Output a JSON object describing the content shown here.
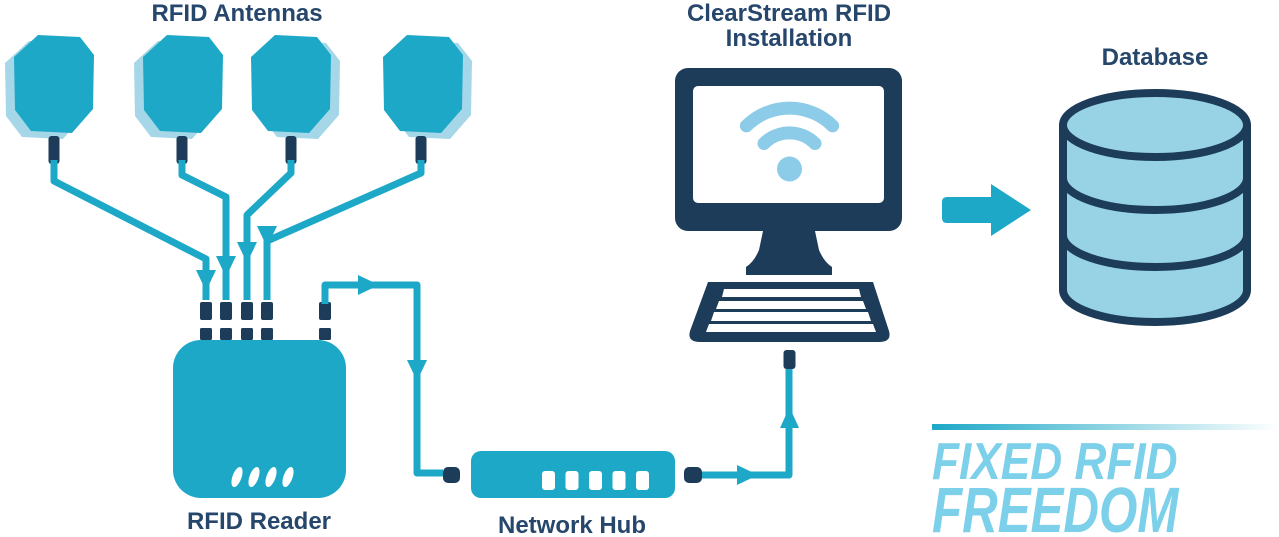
{
  "labels": {
    "antennas_title": "RFID Antennas",
    "installation_title_line1": "ClearStream RFID",
    "installation_title_line2": "Installation",
    "database_label": "Database",
    "reader_label": "RFID Reader",
    "hub_label": "Network Hub"
  },
  "tagline": {
    "line1": "FIXED RFID",
    "line2": "FREEDOM"
  },
  "colors": {
    "teal": "#1DA8C7",
    "light_blue": "#A5D7E8",
    "wifi_blue": "#8CCCE8",
    "database_fill": "#97D3E5",
    "navy": "#1C3C59",
    "label_navy": "#26476B",
    "tagline_blue": "#7DD0EA"
  },
  "icons": {
    "antenna": "rfid-antenna-icon",
    "reader": "rfid-reader-icon",
    "hub": "network-hub-icon",
    "monitor": "computer-monitor-icon",
    "wifi": "wifi-icon",
    "keyboard": "keyboard-icon",
    "database": "database-cylinder-icon",
    "flow_arrow": "flow-arrow-icon"
  },
  "connections": [
    {
      "from": "RFID Antennas",
      "to": "RFID Reader"
    },
    {
      "from": "RFID Reader",
      "to": "Network Hub"
    },
    {
      "from": "Network Hub",
      "to": "ClearStream RFID Installation"
    },
    {
      "from": "ClearStream RFID Installation",
      "to": "Database"
    }
  ]
}
